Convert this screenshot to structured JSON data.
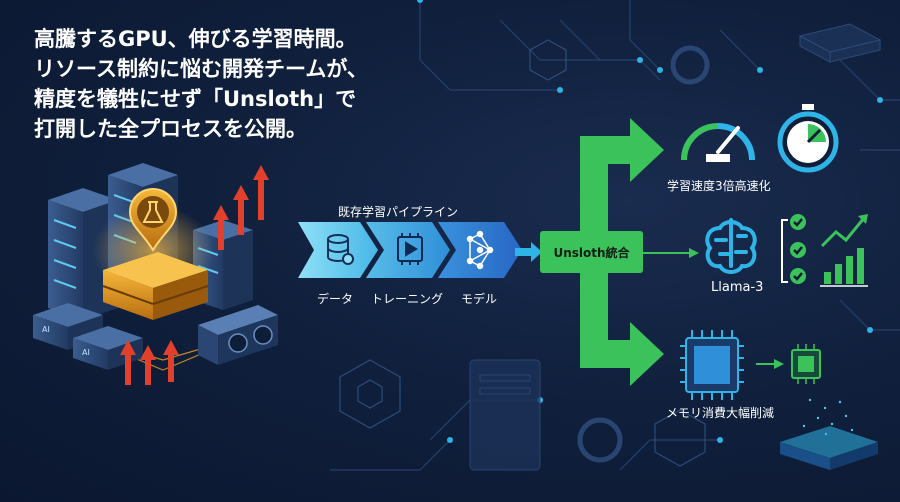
{
  "headline": {
    "lines": [
      "高騰するGPU、伸びる学習時間。",
      "リソース制約に悩む開発チームが、",
      "精度を犠牲にせず「Unsloth」で",
      "打開した全プロセスを公開。"
    ]
  },
  "pipeline": {
    "title": "既存学習パイプライン",
    "stages": [
      {
        "label": "データ",
        "icon": "database-gear-icon"
      },
      {
        "label": "トレーニング",
        "icon": "chip-play-icon"
      },
      {
        "label": "モデル",
        "icon": "neural-network-icon"
      }
    ]
  },
  "hub": {
    "label": "Unsloth統合"
  },
  "outcomes": [
    {
      "label": "学習速度3倍高速化",
      "icons": [
        "speedometer-icon",
        "stopwatch-icon"
      ]
    },
    {
      "label": "Llama-3",
      "icons": [
        "brain-icon",
        "checklist-icon",
        "growth-chart-icon"
      ]
    },
    {
      "label": "メモリ消費大幅削減",
      "icons": [
        "large-chip-icon",
        "small-chip-icon"
      ]
    }
  ],
  "colors": {
    "background": "#10203d",
    "accent_green": "#3cc25a",
    "accent_cyan": "#2fb4e8",
    "accent_orange": "#f0a020",
    "accent_red": "#e0402c"
  }
}
